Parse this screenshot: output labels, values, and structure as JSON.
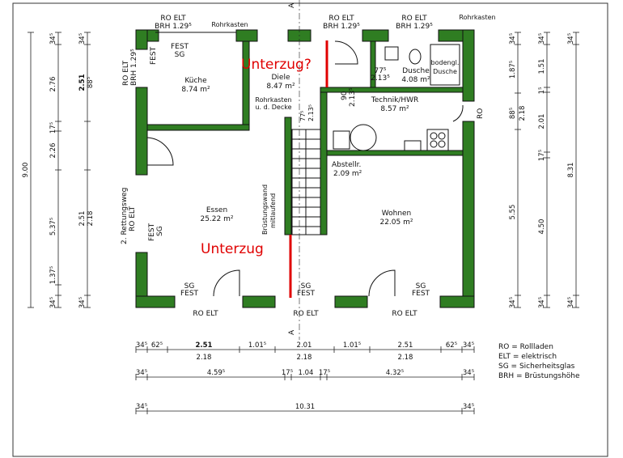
{
  "colors": {
    "wall": "#2f7d22",
    "beam": "#e00000",
    "line": "#111111"
  },
  "rooms": {
    "kueche": {
      "name": "Küche",
      "area": "8.74 m²"
    },
    "diele": {
      "name": "Diele",
      "area": "8.47 m²"
    },
    "dusche": {
      "name": "Dusche",
      "area": "4.08 m²"
    },
    "technik": {
      "name": "Technik/HWR",
      "area": "8.57 m²"
    },
    "abstellr": {
      "name": "Abstellr.",
      "area": "2.09 m²"
    },
    "essen": {
      "name": "Essen",
      "area": "25.22 m²"
    },
    "wohnen": {
      "name": "Wohnen",
      "area": "22.05 m²"
    }
  },
  "annotations": {
    "unterzug_q": "Unterzug?",
    "unterzug": "Unterzug",
    "rohrkasten": "Rohrkasten",
    "rohrkasten2": "Rohrkasten",
    "rohrkasten_mid1": "Rohrkasten",
    "rohrkasten_mid2": "u. d. Decke",
    "bodengl1": "bodengl.",
    "bodengl2": "Dusche",
    "bruestung1": "Brüstungswand",
    "bruestung2": "mitlaufend",
    "rettung": "2. Rettungsweg",
    "ro_right": "RO",
    "section": "A"
  },
  "windows": {
    "top1a": "RO ELT",
    "top1b": "BRH 1.29⁵",
    "top2a": "RO ELT",
    "top2b": "BRH 1.29⁵",
    "top3a": "RO ELT",
    "top3b": "BRH 1.29⁵",
    "left1a": "RO ELT",
    "left1b": "BRH 1.29⁵",
    "left2a": "RO ELT",
    "fest1a": "FEST",
    "fest1b": "SG",
    "fest2": "FEST",
    "fest3a": "FEST",
    "fest3b": "SG",
    "bot_sg1a": "SG",
    "bot_sg1b": "FEST",
    "bot_sg2a": "SG",
    "bot_sg2b": "FEST",
    "bot_sg3a": "SG",
    "bot_sg3b": "FEST",
    "bot1": "RO ELT",
    "bot2": "RO ELT",
    "bot3": "RO ELT"
  },
  "interior_dims": {
    "d77a": "77⁵",
    "d213a": "2.13⁵",
    "d90": "90",
    "d213b": "2.13⁵",
    "d77b": "77⁵",
    "d213c": "2.13⁵"
  },
  "dims_left": {
    "outer": "9.00",
    "c2": [
      "34⁵",
      "2.76",
      "17⁵",
      "2.26",
      "5.37⁵",
      "1.37⁵",
      "34⁵"
    ],
    "c3": [
      "34⁵",
      "2.51",
      "88⁵",
      "2.51",
      "2.18",
      "34⁵"
    ]
  },
  "dims_right": {
    "c1": [
      "34⁵",
      "1.87⁵",
      "88⁵",
      "2.18",
      "5.55",
      "34⁵"
    ],
    "c2": [
      "34⁵",
      "1.51",
      "1⁵",
      "2.01",
      "17⁵",
      "4.50",
      "34⁵"
    ],
    "c3": [
      "34⁵",
      "8.31",
      "34⁵"
    ]
  },
  "dims_bottom": {
    "row1": [
      "34⁵",
      "62⁵",
      "2.51",
      "1.01⁵",
      "2.01",
      "1.01⁵",
      "2.51",
      "62⁵",
      "34⁵"
    ],
    "row1b": [
      "2.18",
      "2.18",
      "2.18"
    ],
    "row2": [
      "34⁵",
      "4.59⁵",
      "17⁵",
      "1.04",
      "17⁵",
      "4.32⁵",
      "34⁵"
    ],
    "row3": [
      "34⁵",
      "10.31",
      "34⁵"
    ]
  },
  "legend": [
    "RO = Rollladen",
    "ELT = elektrisch",
    "SG = Sicherheitsglas",
    "BRH = Brüstungshöhe"
  ]
}
